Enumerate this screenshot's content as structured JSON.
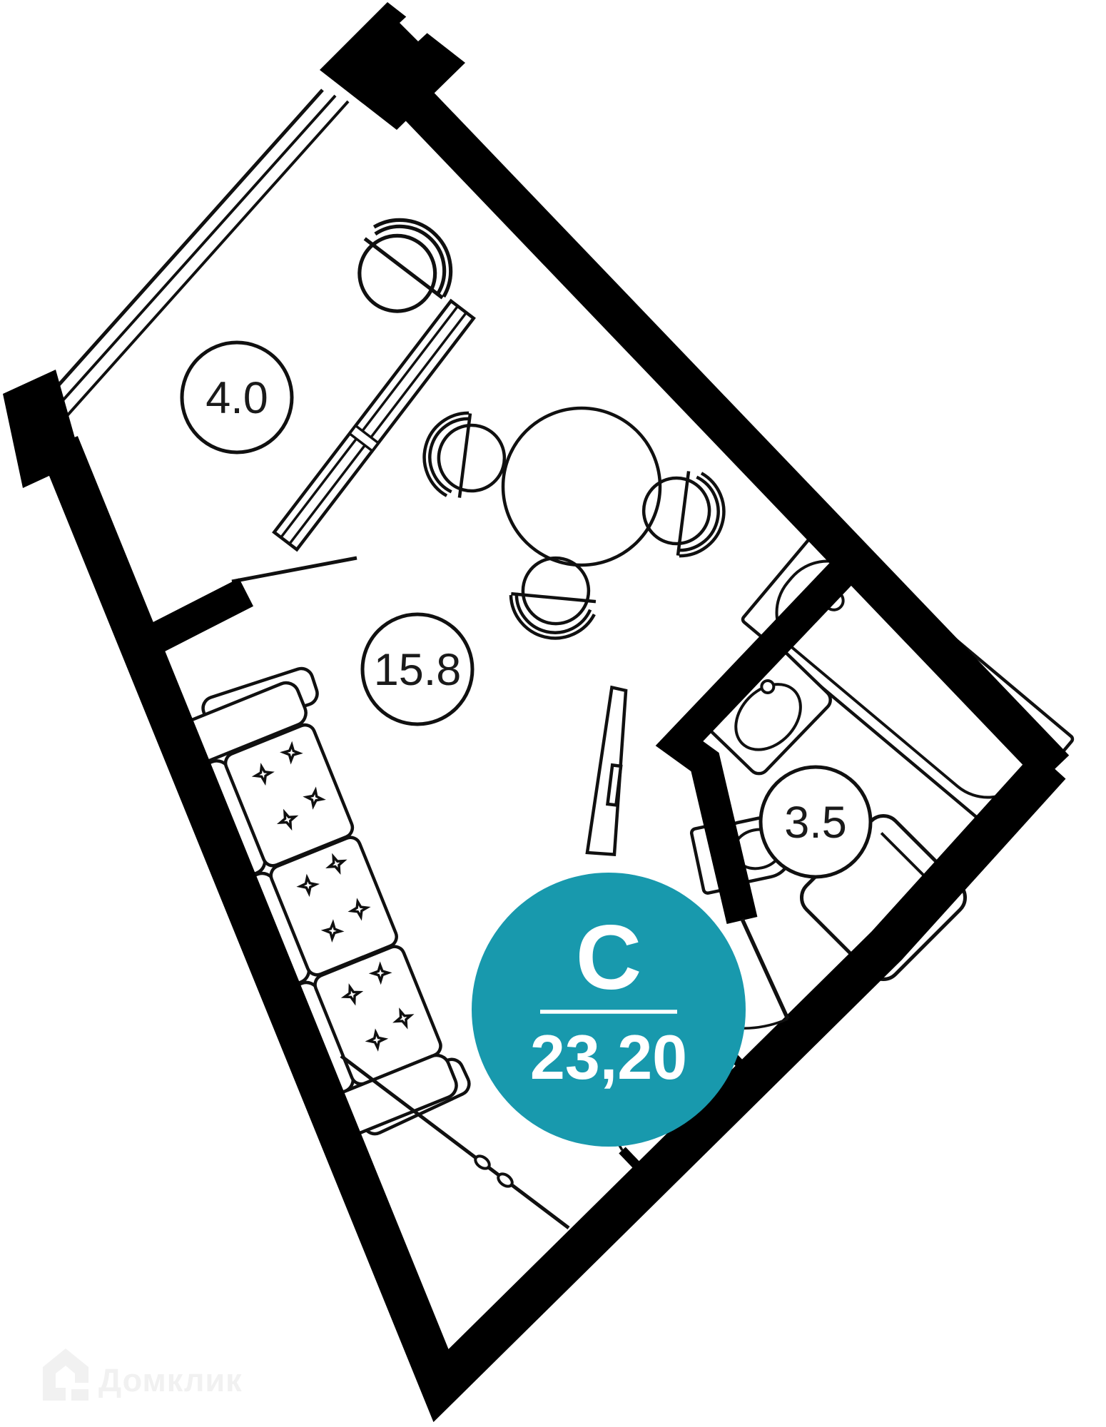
{
  "plan": {
    "badge": {
      "letter": "С",
      "area": "23,20"
    },
    "rooms": [
      {
        "name": "balcony",
        "area": "4.0"
      },
      {
        "name": "living-room",
        "area": "15.8"
      },
      {
        "name": "bathroom",
        "area": "3.5"
      }
    ],
    "colors": {
      "accent": "#1899AD",
      "wall": "#000000",
      "furniture_line": "#101010",
      "label_text": "#1a1a1a",
      "badge_text": "#ffffff",
      "watermark": "#f1f1f1",
      "background": "#ffffff"
    }
  },
  "watermark": {
    "brand": "Домклик",
    "icon": "domclick-house-icon"
  }
}
